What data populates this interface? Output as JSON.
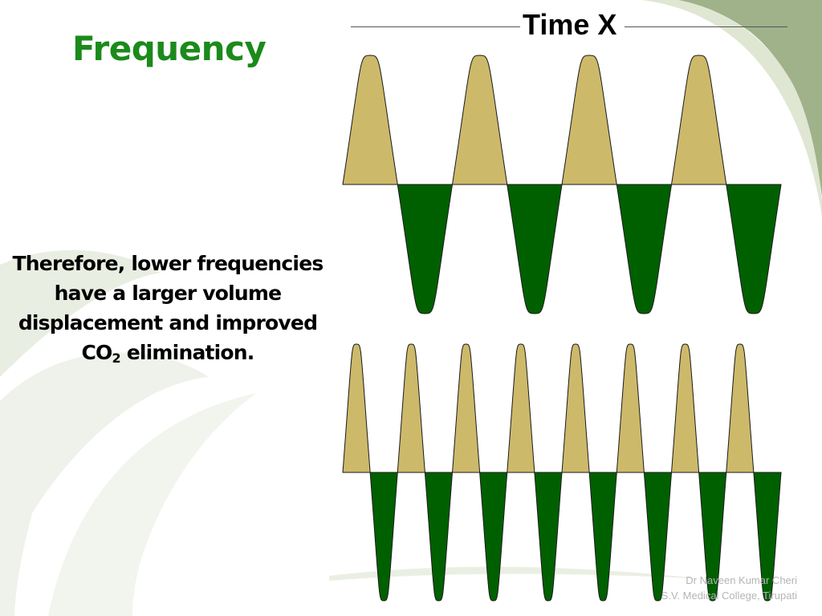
{
  "slide": {
    "title": "Frequency",
    "time_label": "Time X",
    "body": {
      "line1": "Therefore, lower frequencies",
      "line2": "have a larger volume",
      "line3": "displacement and improved",
      "line4_prefix": "CO",
      "line4_sub": "2",
      "line4_suffix": " elimination."
    },
    "footer": {
      "author": "Dr Naveen Kumar Cheri",
      "institution": "S.V. Medical College, Tirupati"
    }
  },
  "diagram": {
    "waveforms": [
      {
        "name": "low-frequency-wave",
        "cycles": 4
      },
      {
        "name": "high-frequency-wave",
        "cycles": 8
      }
    ],
    "colors": {
      "positive_half": "#cdb96a",
      "negative_half": "#006000",
      "title": "#1b8a1b",
      "background_swoosh": "#9fb28a"
    }
  }
}
